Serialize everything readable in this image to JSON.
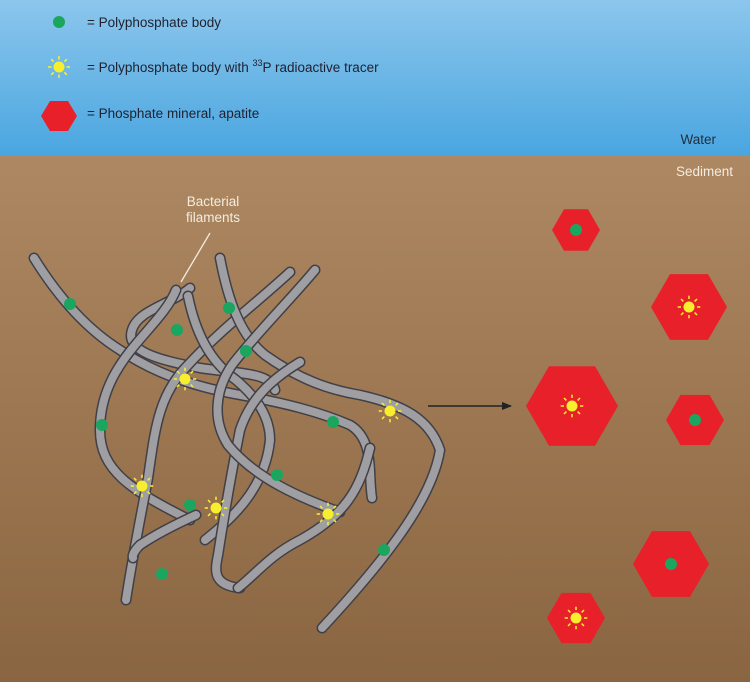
{
  "legend": {
    "items": [
      {
        "icon": "green-dot-icon",
        "text": "= Polyphosphate body"
      },
      {
        "icon": "yellow-sun-icon",
        "text_before": "= Polyphosphate body with ",
        "superscript": "33",
        "text_after": "P radioactive tracer"
      },
      {
        "icon": "red-hexagon-icon",
        "text": "= Phosphate mineral, apatite"
      }
    ]
  },
  "zones": {
    "water_label": "Water",
    "sediment_label": "Sediment"
  },
  "annotation": {
    "line1": "Bacterial",
    "line2": "filaments"
  },
  "colors": {
    "water_top": "#8cc6ec",
    "water_bottom": "#4aa6e0",
    "sediment_top": "#ad8862",
    "sediment_bottom": "#8a6541",
    "filament_fill": "#9e9ea3",
    "filament_edge": "#404046",
    "polyphosphate": "#1aa65f",
    "tracer": "#f7ef2e",
    "apatite": "#e8202a",
    "arrow": "#222222"
  }
}
